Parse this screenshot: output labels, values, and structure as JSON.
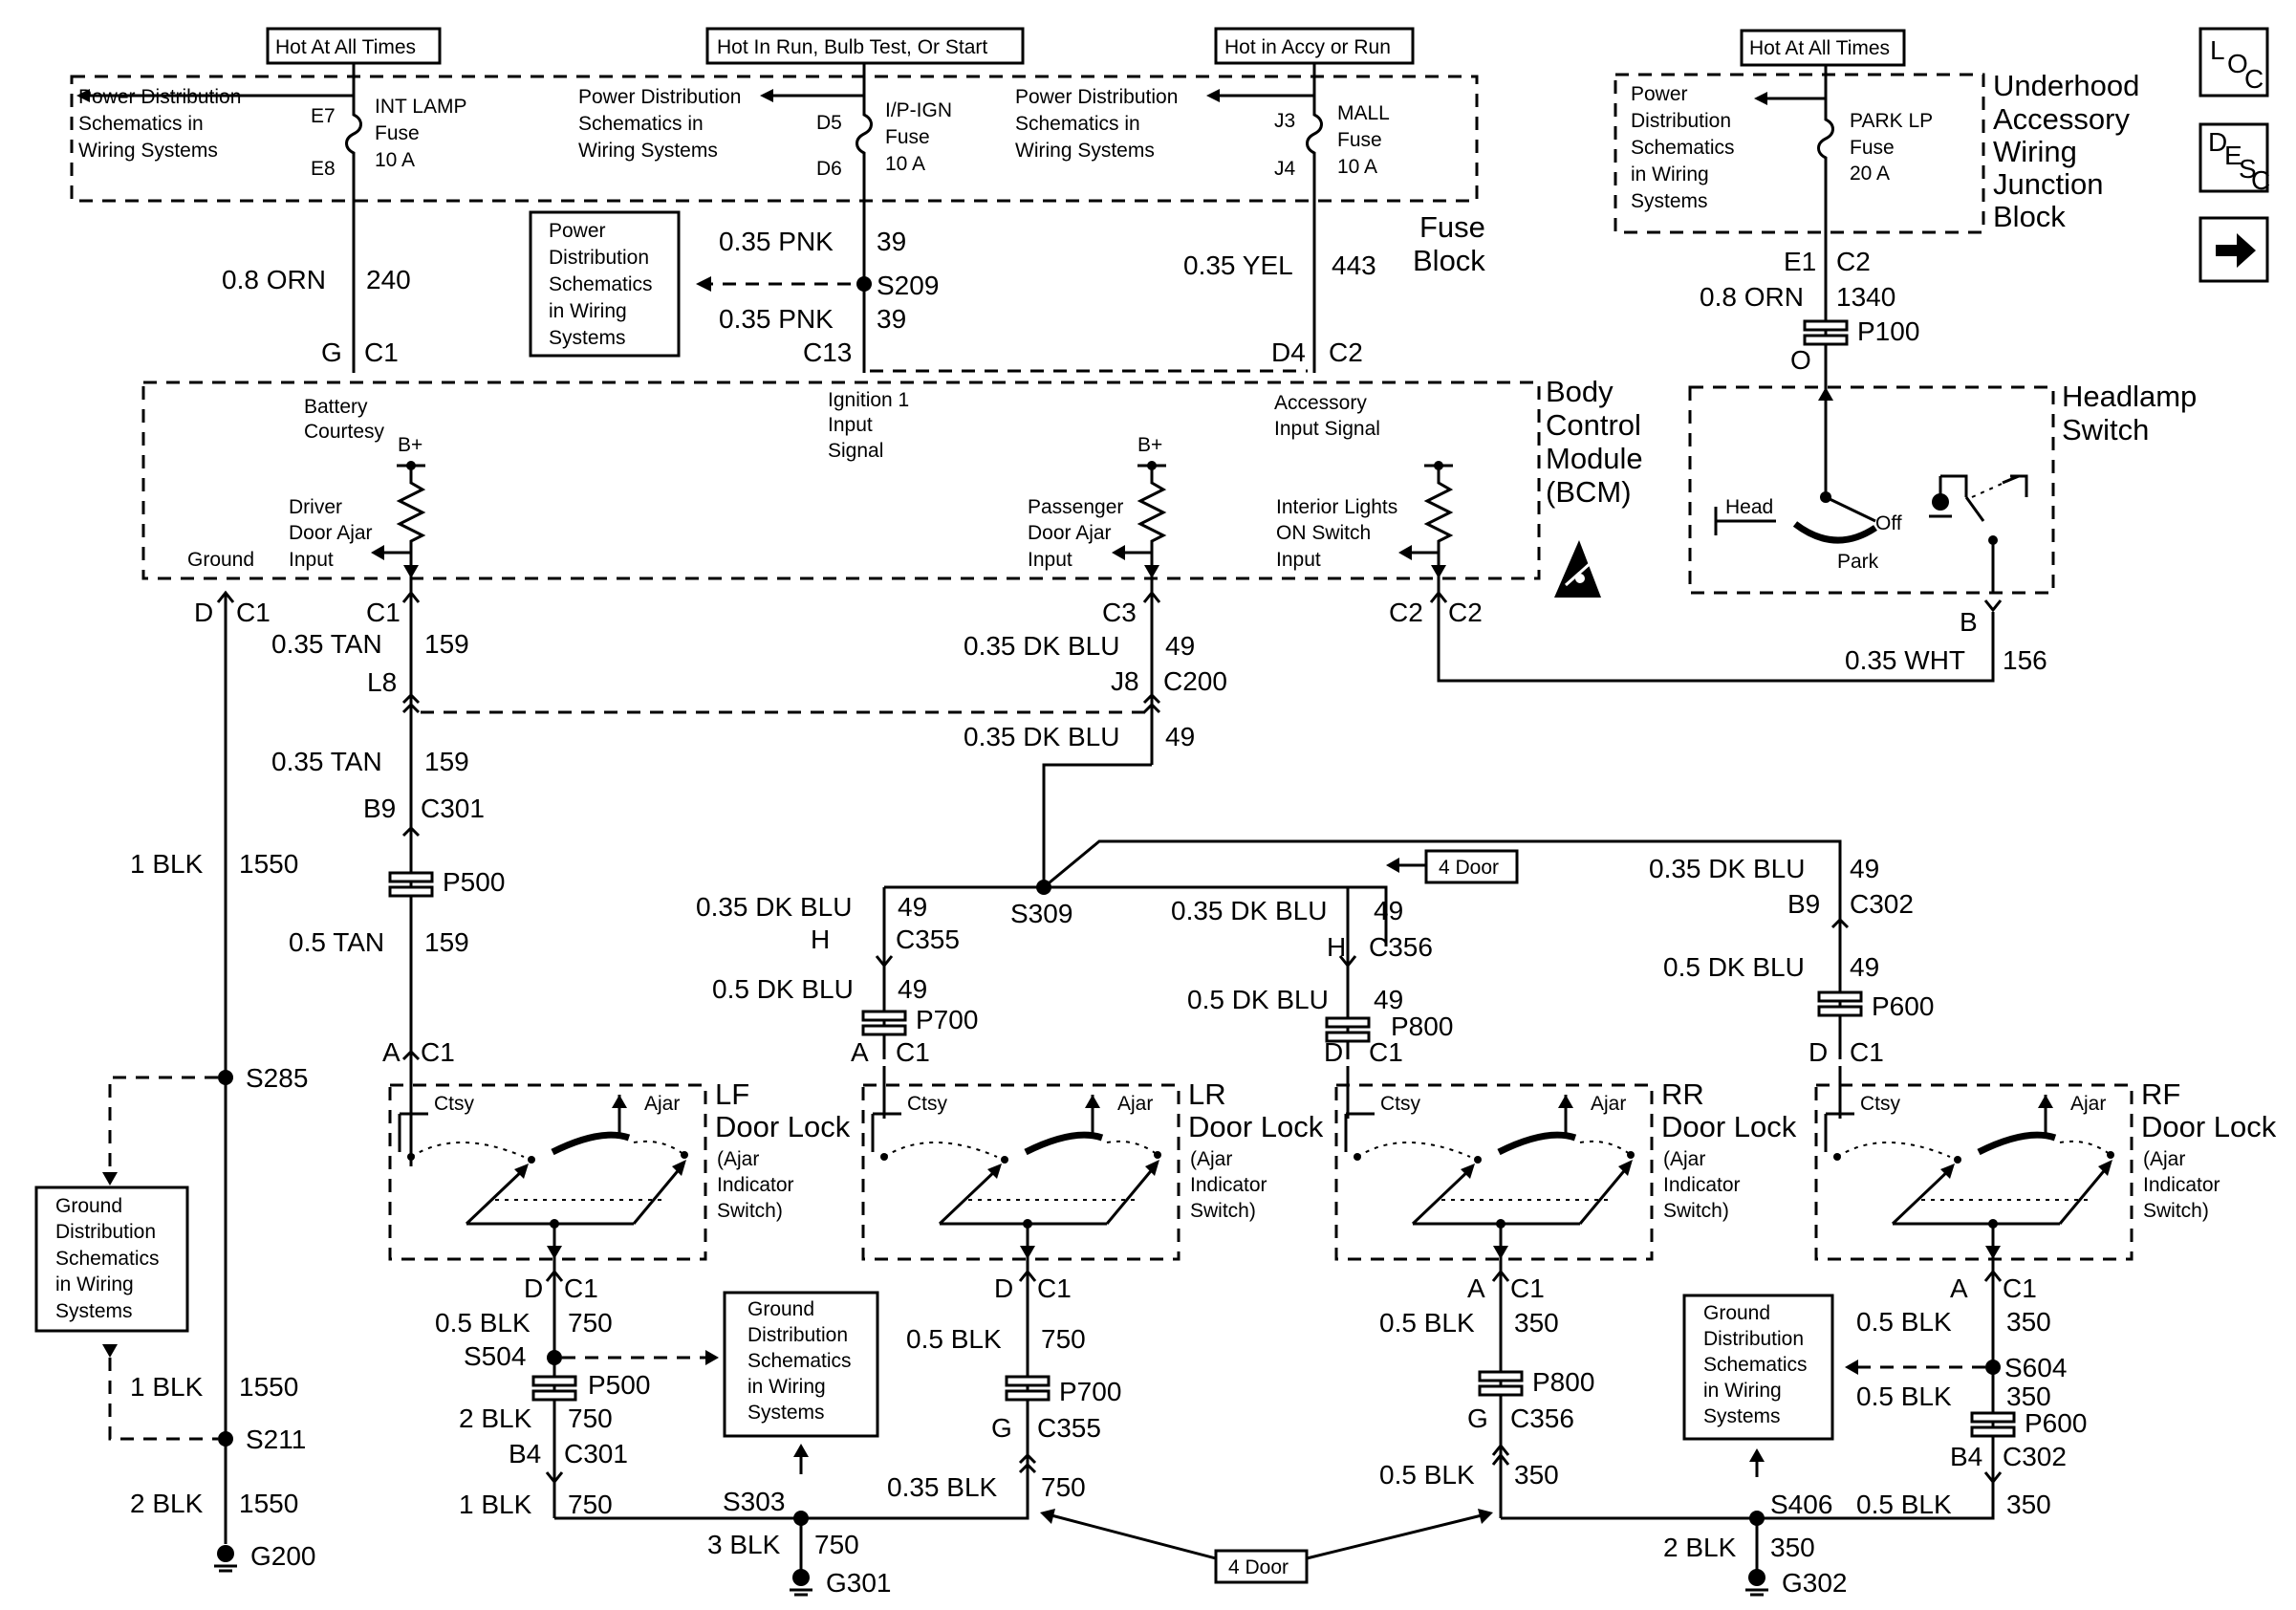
{
  "fuse_block": {
    "hot_labels": [
      "Hot At All Times",
      "Hot In Run, Bulb Test, Or Start",
      "Hot in Accy or Run"
    ],
    "power_dist_lines": [
      "Power Distribution",
      "Schematics in",
      "Wiring Systems"
    ],
    "fuses": [
      {
        "name_lines": [
          "INT LAMP",
          "Fuse",
          "10 A"
        ],
        "top_pin": "E7",
        "bottom_pin": "E8"
      },
      {
        "name_lines": [
          "I/P-IGN",
          "Fuse",
          "10 A"
        ],
        "top_pin": "D5",
        "bottom_pin": "D6"
      },
      {
        "name_lines": [
          "MALL",
          "Fuse",
          "10 A"
        ],
        "top_pin": "J3",
        "bottom_pin": "J4"
      }
    ],
    "title_lines": [
      "Fuse",
      "Block"
    ]
  },
  "underhood": {
    "hot_label": "Hot At All Times",
    "power_dist_lines": [
      "Power",
      "Distribution",
      "Schematics",
      "in Wiring",
      "Systems"
    ],
    "fuse_lines": [
      "PARK LP",
      "Fuse",
      "20 A"
    ],
    "title_lines": [
      "Underhood",
      "Accessory",
      "Wiring",
      "Junction",
      "Block"
    ]
  },
  "icons": {
    "loc": [
      "L",
      "O",
      "C"
    ],
    "desc": [
      "D",
      "E",
      "S",
      "C"
    ]
  },
  "power_dist_box": [
    "Power",
    "Distribution",
    "Schematics",
    "in Wiring",
    "Systems"
  ],
  "ground_dist_lines": [
    "Ground",
    "Distribution",
    "Schematics",
    "in Wiring",
    "Systems"
  ],
  "four_door": "4 Door",
  "bcm": {
    "title_lines": [
      "Body",
      "Control",
      "Module",
      "(BCM)"
    ],
    "battery_lines": [
      "Battery",
      "Courtesy"
    ],
    "ign_lines": [
      "Ignition 1",
      "Input",
      "Signal"
    ],
    "accy_lines": [
      "Accessory",
      "Input Signal"
    ],
    "driver_lines": [
      "Driver",
      "Door Ajar",
      "Input"
    ],
    "passenger_lines": [
      "Passenger",
      "Door Ajar",
      "Input"
    ],
    "interior_lines": [
      "Interior Lights",
      "ON Switch",
      "Input"
    ],
    "ground": "Ground",
    "bplus": "B+"
  },
  "headlamp": {
    "title_lines": [
      "Headlamp",
      "Switch"
    ],
    "head": "Head",
    "off": "Off",
    "park": "Park"
  },
  "door_lock": {
    "ctsy": "Ctsy",
    "ajar": "Ajar",
    "sub_lines": [
      "(Ajar",
      "Indicator",
      "Switch)"
    ],
    "names": [
      [
        "LF",
        "Door Lock"
      ],
      [
        "LR",
        "Door Lock"
      ],
      [
        "RR",
        "Door Lock"
      ],
      [
        "RF",
        "Door Lock"
      ]
    ]
  },
  "labels": {
    "o_orn": "0.8 ORN",
    "c240": "240",
    "g": "G",
    "c1": "C1",
    "c2": "C2",
    "c3": "C3",
    "c13": "C13",
    "d4": "D4",
    "pnk": "0.35 PNK",
    "c39": "39",
    "s209": "S209",
    "yel": "0.35 YEL",
    "c443": "443",
    "e1": "E1",
    "o_orn2": "0.8 ORN",
    "c1340": "1340",
    "p100": "P100",
    "o": "O",
    "d": "D",
    "tan": "0.35 TAN",
    "c159": "159",
    "l8": "L8",
    "dkblu": "0.35 DK BLU",
    "c49": "49",
    "j8": "J8",
    "c200": "C200",
    "b": "B",
    "wht": "0.35 WHT",
    "c156": "156",
    "b9": "B9",
    "c301": "C301",
    "p500": "P500",
    "tan05": "0.5 TAN",
    "blk1": "1 BLK",
    "c1550": "1550",
    "s309": "S309",
    "h": "H",
    "c355": "C355",
    "c356": "C356",
    "c302": "C302",
    "dkblu05": "0.5 DK BLU",
    "p700": "P700",
    "p800": "P800",
    "p600": "P600",
    "a": "A",
    "s285": "S285",
    "s211": "S211",
    "blk2": "2 BLK",
    "g200": "G200",
    "blk05": "0.5 BLK",
    "c750": "750",
    "s504": "S504",
    "b4": "B4",
    "s303": "S303",
    "blk035": "0.35 BLK",
    "blk3": "3 BLK",
    "g301": "G301",
    "c350": "350",
    "s406": "S406",
    "s604": "S604",
    "g302": "G302"
  }
}
